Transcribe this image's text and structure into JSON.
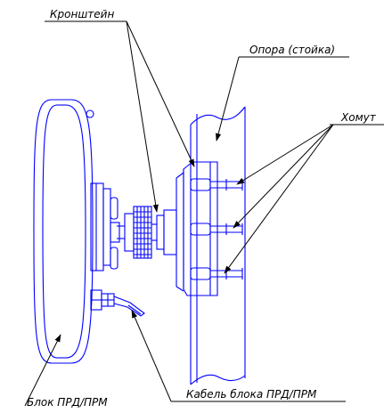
{
  "labels": {
    "bracket": "Кронштейн",
    "support": "Опора (стойка)",
    "clamp": "Хомут",
    "unit": "Блок ПРД/ПРМ",
    "cable": "Кабель блока ПРД/ПРМ"
  },
  "colors": {
    "drawing": "#0000ff",
    "leaders": "#000000",
    "text": "#000000",
    "background": "#ffffff"
  }
}
